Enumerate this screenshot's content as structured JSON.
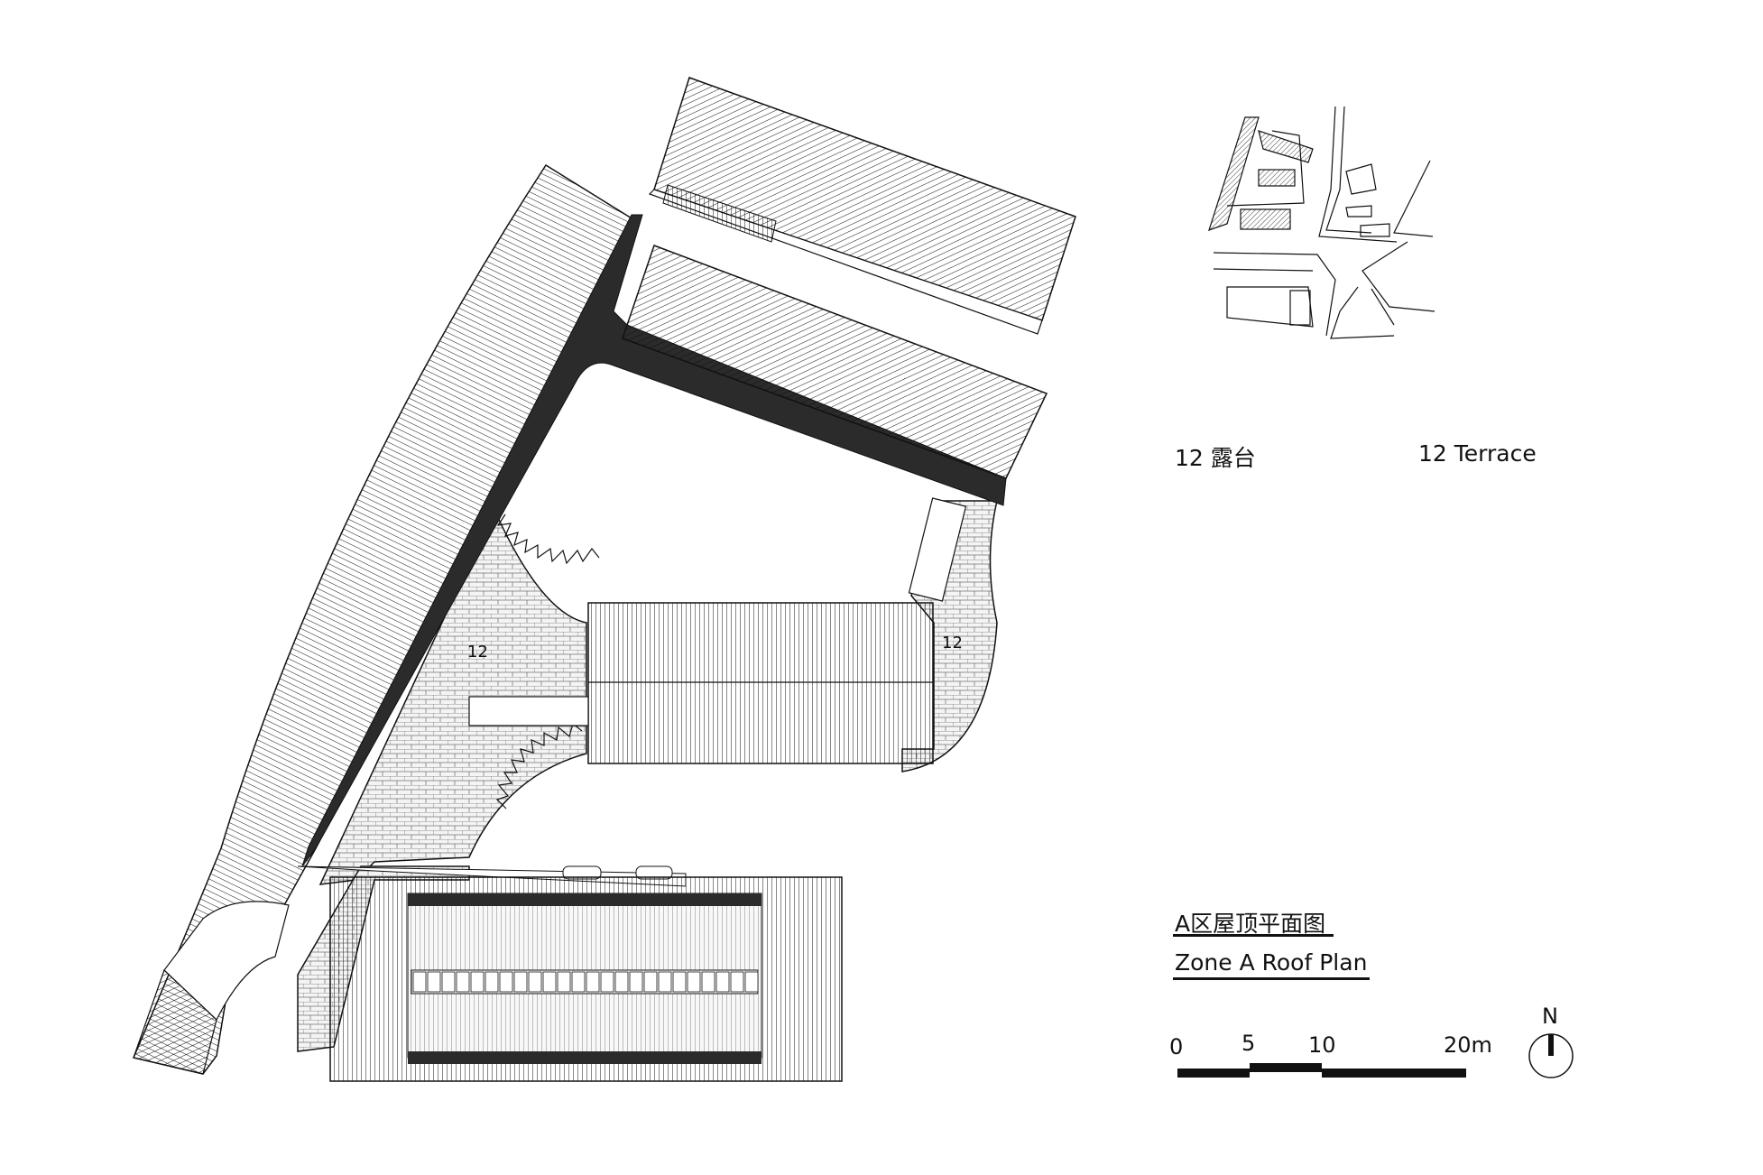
{
  "drawing": {
    "room_labels": [
      "12",
      "12"
    ],
    "legend": {
      "cn": "12 露台",
      "en": "12 Terrace"
    },
    "title_cn": "A区屋顶平面图",
    "title_en": "Zone A Roof Plan",
    "scale_bar": {
      "labels": [
        "0",
        "5",
        "10",
        "20m"
      ]
    },
    "north_label": "N"
  },
  "colors": {
    "line": "#111111",
    "fill_dark": "#2b2b2b",
    "terrace": "#f0f0f0",
    "paper": "#ffffff"
  }
}
